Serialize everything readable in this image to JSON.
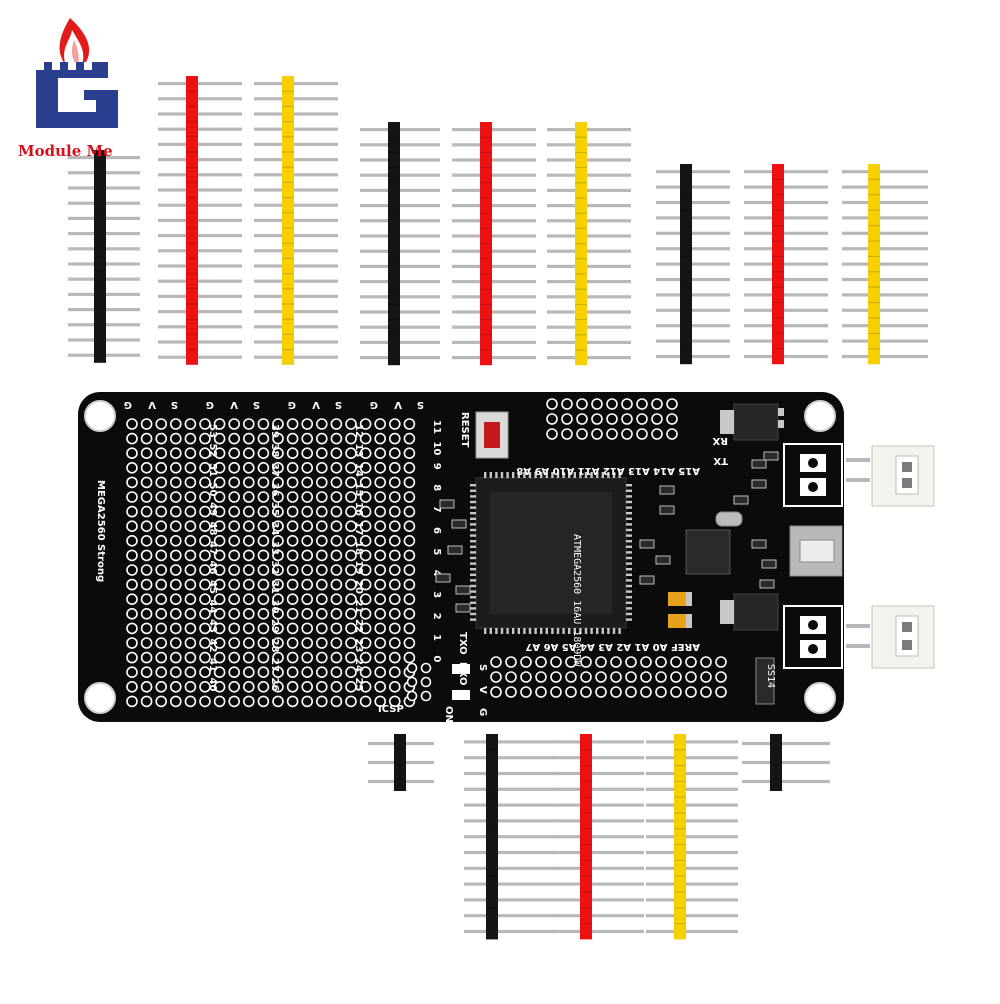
{
  "brand": {
    "name": "Module Me",
    "colors": {
      "red": "#e11a1a",
      "blue": "#2a3f8f"
    }
  },
  "board": {
    "model_label": "MEGA2560 Strong",
    "color": "#0b0b0b",
    "top_header_letters": [
      "G",
      "V",
      "S",
      "G",
      "V",
      "S",
      "G",
      "V",
      "S",
      "G",
      "V",
      "S",
      "G",
      "V",
      "S"
    ],
    "pin_rows": [
      [
        "53",
        "52",
        "51",
        "50",
        "49",
        "48",
        "47",
        "46",
        "45",
        "44",
        "43",
        "42",
        "41",
        "40"
      ],
      [
        "39",
        "38",
        "37",
        "36",
        "35",
        "34",
        "33",
        "32",
        "31",
        "30",
        "29",
        "28",
        "27",
        "26"
      ],
      [
        "12",
        "13",
        "14",
        "15",
        "16",
        "17",
        "18",
        "19",
        "20",
        "21",
        "22",
        "23",
        "24",
        "25"
      ]
    ],
    "digital_right": [
      "11",
      "10",
      "9",
      "8",
      "7",
      "6",
      "5",
      "4",
      "3",
      "2",
      "1",
      "0"
    ],
    "reset_label": "RESET",
    "analog_top": "A15 A14 A13 A12 A11 A10 A9 A8",
    "analog_bottom": "AREF A0 A1 A2 A3 A4 A5 A6 A7",
    "serial": {
      "rx": "RX",
      "tx": "TX",
      "txo": "TXO",
      "rxo": "RXO"
    },
    "side_letters": [
      "S",
      "V",
      "G"
    ],
    "icsp_label": "ICSP",
    "power_label": "ON",
    "chip_text": "ATMEGA2560 16AU 1809DW",
    "diode_text": "SS14"
  },
  "headers": {
    "colors": {
      "black": "#141414",
      "red": "#ee1111",
      "yellow": "#f6d000",
      "pin": "#b8b8b8"
    }
  }
}
